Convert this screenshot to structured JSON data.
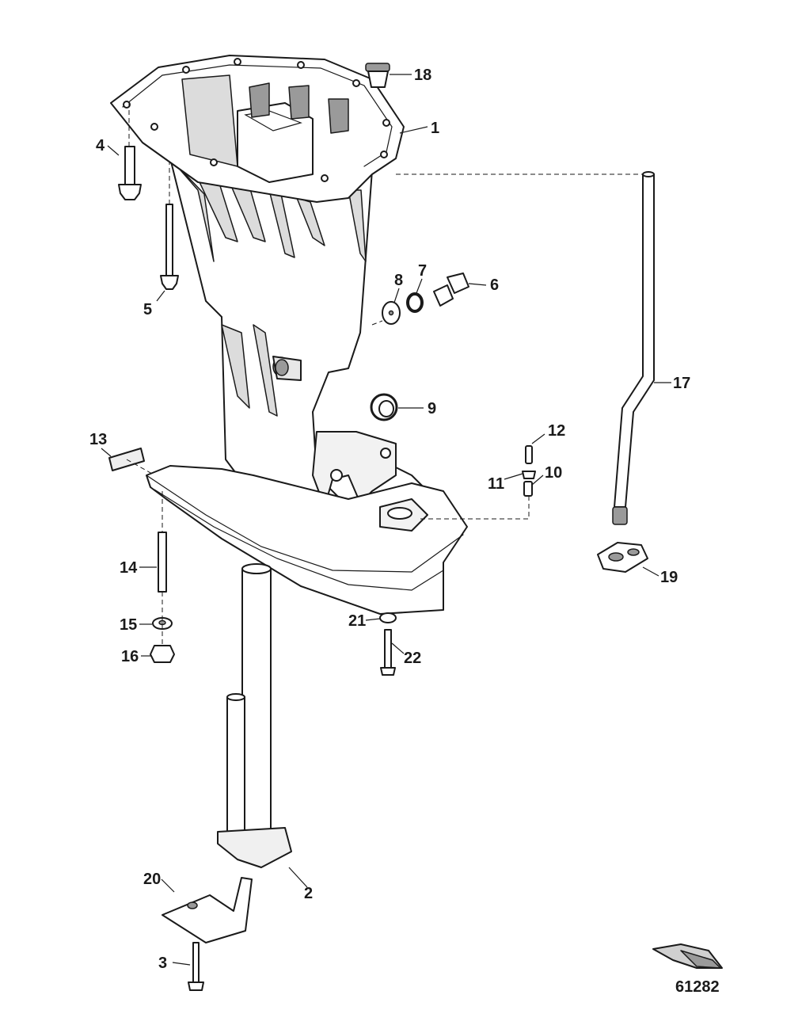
{
  "diagram": {
    "reference_number": "61282",
    "callouts": [
      "1",
      "2",
      "3",
      "4",
      "5",
      "6",
      "7",
      "8",
      "9",
      "10",
      "11",
      "12",
      "13",
      "14",
      "15",
      "16",
      "17",
      "18",
      "19",
      "20",
      "21",
      "22"
    ]
  }
}
